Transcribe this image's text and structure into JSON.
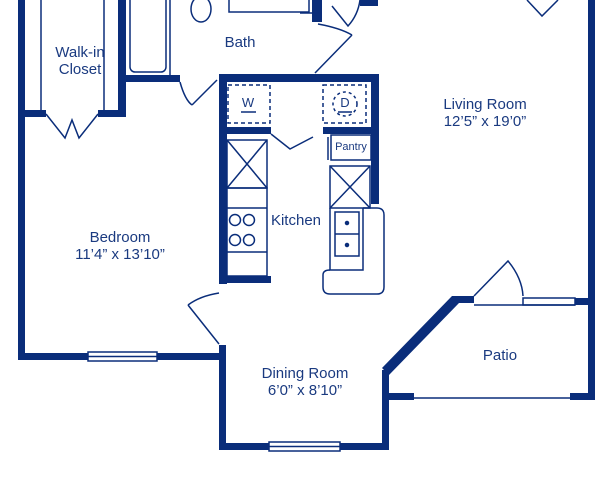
{
  "colors": {
    "wall": "#0a2d7a",
    "line": "#0a2d7a",
    "text": "#1a3a80",
    "background": "#ffffff"
  },
  "rooms": {
    "walk_in_closet": {
      "name_line1": "Walk-in",
      "name_line2": "Closet"
    },
    "bath": {
      "name": "Bath"
    },
    "living_room": {
      "name": "Living Room",
      "dimensions": "12’5” x 19’0”"
    },
    "kitchen": {
      "name": "Kitchen"
    },
    "bedroom": {
      "name": "Bedroom",
      "dimensions": "11’4” x 13’10”"
    },
    "dining_room": {
      "name": "Dining Room",
      "dimensions": "6’0” x 8’10”"
    },
    "patio": {
      "name": "Patio"
    }
  },
  "fixtures": {
    "washer": "W",
    "dryer": "D",
    "pantry": "Pantry"
  }
}
